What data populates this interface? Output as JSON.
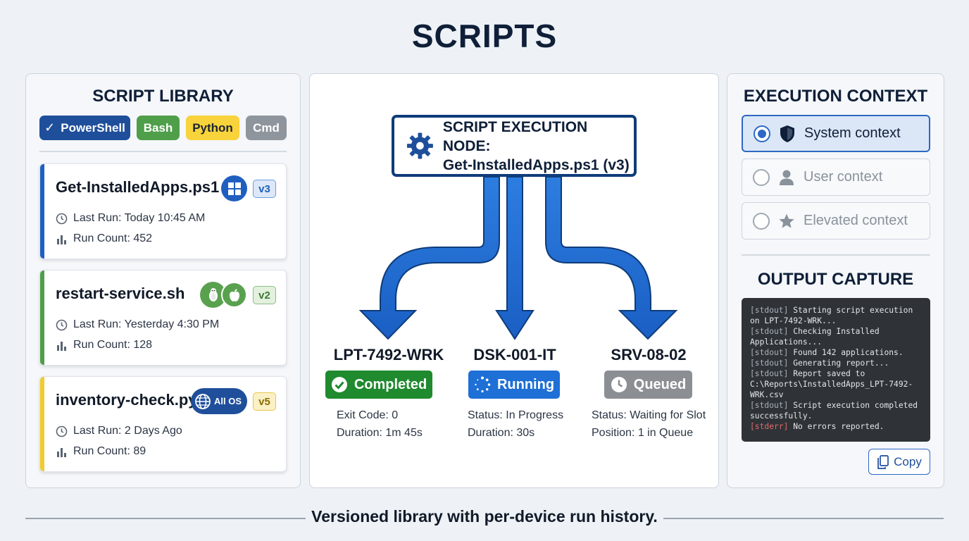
{
  "page": {
    "title": "SCRIPTS",
    "footer_caption": "Versioned library with per-device run history."
  },
  "library": {
    "heading": "SCRIPT LIBRARY",
    "filters": [
      {
        "label": "PowerShell",
        "selected": true,
        "color": "#1f4f9b"
      },
      {
        "label": "Bash",
        "selected": false,
        "color": "#4f9e4a"
      },
      {
        "label": "Python",
        "selected": false,
        "color": "#f8d33b"
      },
      {
        "label": "Cmd",
        "selected": false,
        "color": "#8f959c"
      }
    ],
    "scripts": [
      {
        "name": "Get-InstalledApps.ps1",
        "os": [
          "windows"
        ],
        "version": "v3",
        "last_run": "Last Run: Today 10:45 AM",
        "run_count": "Run Count: 452",
        "accent": "#1f5fbf"
      },
      {
        "name": "restart-service.sh",
        "os": [
          "linux",
          "apple"
        ],
        "version": "v2",
        "last_run": "Last Run: Yesterday 4:30 PM",
        "run_count": "Run Count: 128",
        "accent": "#4f9e4a"
      },
      {
        "name": "inventory-check.py",
        "os": [
          "all"
        ],
        "os_label": "All OS",
        "version": "v5",
        "last_run": "Last Run: 2 Days Ago",
        "run_count": "Run Count: 89",
        "accent": "#f2cc2e"
      }
    ]
  },
  "execution": {
    "node_title": "SCRIPT EXECUTION NODE:",
    "node_script": "Get-InstalledApps.ps1 (v3)",
    "devices": [
      {
        "name": "LPT-7492-WRK",
        "status": "Completed",
        "status_color": "#1f8a2e",
        "detail_1": "Exit Code: 0",
        "detail_2": "Duration: 1m 45s"
      },
      {
        "name": "DSK-001-IT",
        "status": "Running",
        "status_color": "#1e6fd6",
        "detail_1": "Status: In Progress",
        "detail_2": "Duration: 30s"
      },
      {
        "name": "SRV-08-02",
        "status": "Queued",
        "status_color": "#8b8f94",
        "detail_1": "Status: Waiting for Slot",
        "detail_2": "Position: 1 in Queue"
      }
    ]
  },
  "context": {
    "heading": "EXECUTION CONTEXT",
    "options": [
      {
        "label": "System context",
        "icon": "shield-icon",
        "selected": true
      },
      {
        "label": "User context",
        "icon": "user-icon",
        "selected": false
      },
      {
        "label": "Elevated context",
        "icon": "star-icon",
        "selected": false
      }
    ]
  },
  "output": {
    "heading": "OUTPUT CAPTURE",
    "lines": [
      {
        "tag": "[stdout]",
        "text": " Starting script execution on LPT-7492-WRK..."
      },
      {
        "tag": "[stdout]",
        "text": " Checking Installed Applications..."
      },
      {
        "tag": "[stdout]",
        "text": " Found 142 applications."
      },
      {
        "tag": "[stdout]",
        "text": " Generating report..."
      },
      {
        "tag": "[stdout]",
        "text": " Report saved to C:\\Reports\\InstalledApps_LPT-7492-WRK.csv"
      },
      {
        "tag": "[stdout]",
        "text": " Script execution completed successfully."
      },
      {
        "tag": "[stderr]",
        "text": " No errors reported."
      }
    ],
    "copy_label": "Copy"
  }
}
